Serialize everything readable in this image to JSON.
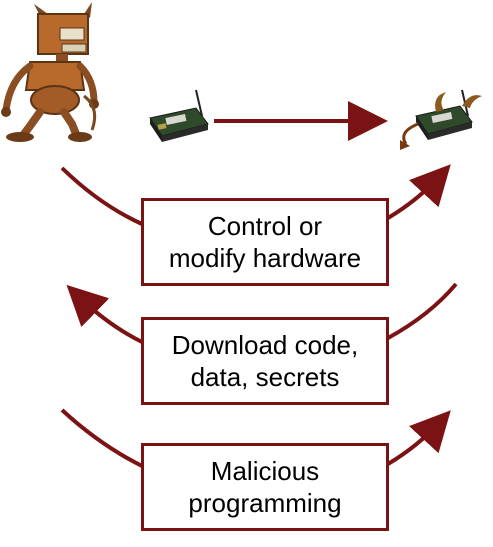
{
  "colors": {
    "arrow": "#7b1214",
    "box_border": "#7b1214",
    "text": "#000000"
  },
  "icons": {
    "attacker": "devil-robot-icon",
    "sensor_node": "sensor-node-board-icon",
    "compromised_node": "devil-horned-sensor-node-icon"
  },
  "boxes": {
    "control": {
      "line1": "Control or",
      "line2": "modify hardware"
    },
    "download": {
      "line1": "Download code,",
      "line2": "data, secrets"
    },
    "malicious": {
      "line1": "Malicious",
      "line2": "programming"
    }
  }
}
